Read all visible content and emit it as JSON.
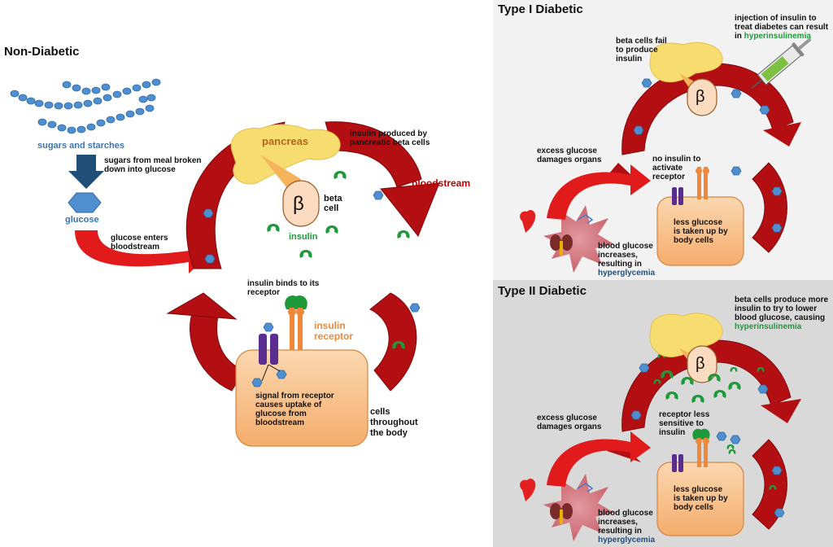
{
  "colors": {
    "blood": "#b30f12",
    "blood_light": "#d9201f",
    "pancreas": "#f7dc6f",
    "cell": "#f9c38f",
    "insulin": "#1f9a3a",
    "glucose": "#4f8fd0",
    "receptor": "#f0883a",
    "channel": "#5a2d91",
    "hyper_text": "#1a4f8a",
    "panel_bg_1": "#f2f2f2",
    "panel_bg_2": "#d9d9d9"
  },
  "non_diabetic": {
    "title": "Non-Diabetic",
    "sugars_label": "sugars and starches",
    "broken_label": "sugars from meal broken\ndown into glucose",
    "glucose_label": "glucose",
    "enters_label": "glucose enters\nbloodstream",
    "pancreas_label": "pancreas",
    "insulin_produced": "insulin produced by\npancreatic beta cells",
    "beta_symbol": "β",
    "beta_cell_label": "beta\ncell",
    "insulin_label": "insulin",
    "bloodstream_label": "bloodstream",
    "binds_label": "insulin binds to its\nreceptor",
    "receptor_label": "insulin\nreceptor",
    "signal_label": "signal from receptor\ncauses uptake of\nglucose from\nbloodstream",
    "cells_label": "cells\nthroughout\nthe body"
  },
  "type1": {
    "title": "Type I Diabetic",
    "beta_fail": "beta cells fail\nto produce\ninsulin",
    "injection_text": "injection of insulin to\ntreat diabetes can result\nin",
    "injection_highlight": "hyperinsulinemia",
    "beta_symbol": "β",
    "excess": "excess glucose\ndamages organs",
    "no_insulin": "no insulin to\nactivate\nreceptor",
    "less_glucose": "less glucose\nis taken up by\nbody cells",
    "bg_increase": "blood glucose\nincreases,\nresulting in",
    "hyperglycemia": "hyperglycemia"
  },
  "type2": {
    "title": "Type II Diabetic",
    "beta_more": "beta cells produce more\ninsulin to try to lower\nblood glucose, causing",
    "beta_more_highlight": "hyperinsulinemia",
    "beta_symbol": "β",
    "excess": "excess glucose\ndamages organs",
    "less_sensitive": "receptor less\nsensitive to\ninsulin",
    "less_glucose": "less glucose\nis taken up by\nbody cells",
    "bg_increase": "blood glucose\nincreases,\nresulting in",
    "hyperglycemia": "hyperglycemia"
  }
}
